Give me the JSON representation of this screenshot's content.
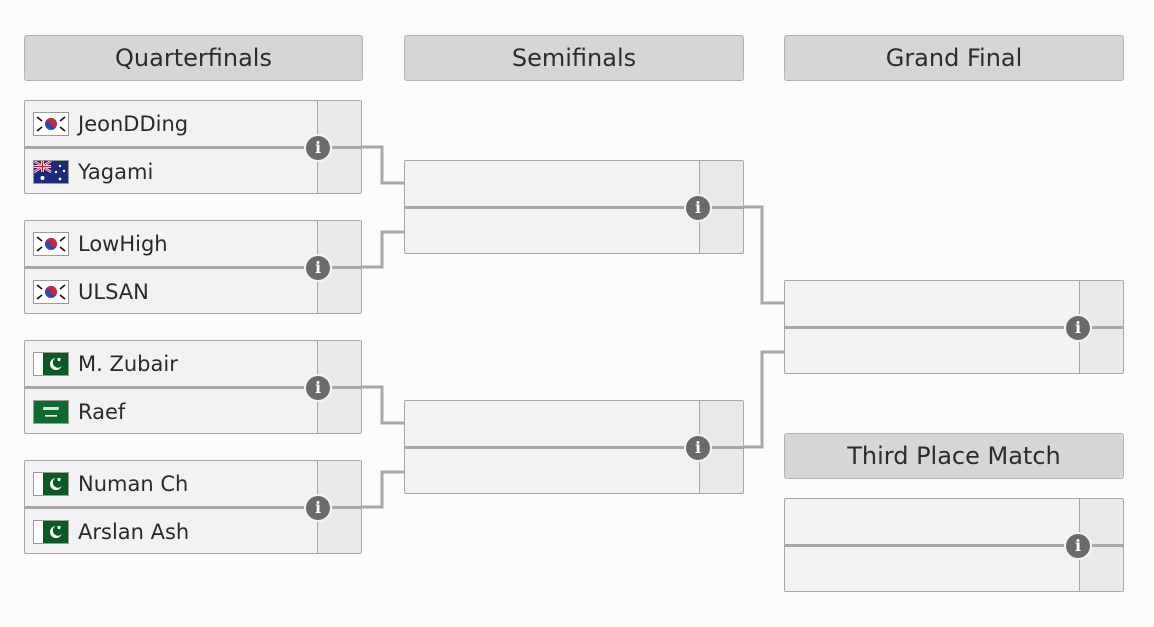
{
  "headers": {
    "quarterfinals": "Quarterfinals",
    "semifinals": "Semifinals",
    "grand_final": "Grand Final",
    "third_place": "Third Place Match"
  },
  "info_glyph": "i",
  "quarterfinals": [
    {
      "top": {
        "name": "JeonDDing",
        "flag": "south-korea-flag"
      },
      "bottom": {
        "name": "Yagami",
        "flag": "australia-flag"
      }
    },
    {
      "top": {
        "name": "LowHigh",
        "flag": "south-korea-flag"
      },
      "bottom": {
        "name": "ULSAN",
        "flag": "south-korea-flag"
      }
    },
    {
      "top": {
        "name": "M. Zubair",
        "flag": "pakistan-flag"
      },
      "bottom": {
        "name": "Raef",
        "flag": "saudi-arabia-flag"
      }
    },
    {
      "top": {
        "name": "Numan Ch",
        "flag": "pakistan-flag"
      },
      "bottom": {
        "name": "Arslan Ash",
        "flag": "pakistan-flag"
      }
    }
  ],
  "icons": {
    "info": "info-icon"
  },
  "colors": {
    "header_bg": "#d6d6d6",
    "match_bg": "#f2f2f2",
    "connector": "#a8a8a8",
    "info_icon": "#6a6a6a"
  }
}
